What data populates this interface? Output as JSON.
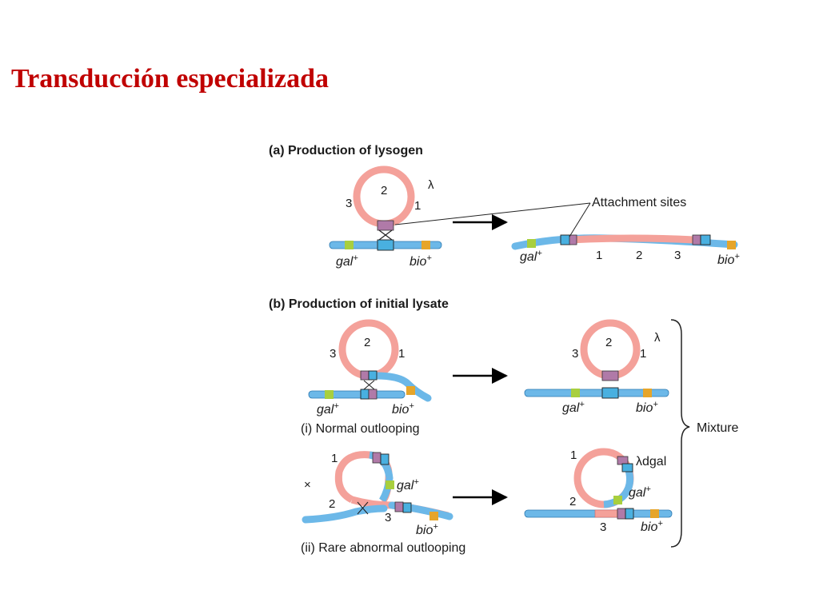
{
  "title": "Transducción especializada",
  "colors": {
    "title": "#c00000",
    "phage": "#f4a19a",
    "phage_edge": "#d9655c",
    "chromosome": "#6cb8e8",
    "chromosome_edge": "#2b78b0",
    "att_purple": "#b07aa8",
    "att_blue": "#49b0e0",
    "gal_marker": "#a8cf3e",
    "bio_marker": "#e6a52a"
  },
  "panel_a": {
    "heading": "(a)  Production of lysogen",
    "lambda": "λ",
    "num1": "1",
    "num2": "2",
    "num3": "3",
    "gal": "gal",
    "bio": "bio",
    "plus": "+",
    "attachment_sites": "Attachment sites"
  },
  "panel_b": {
    "heading": "(b)  Production of initial lysate",
    "lambda": "λ",
    "lambda_dgal": "λdgal",
    "num1": "1",
    "num2": "2",
    "num3": "3",
    "gal": "gal",
    "bio": "bio",
    "plus": "+",
    "normal": "(i)  Normal outlooping",
    "abnormal": "(ii)  Rare abnormal  outlooping",
    "mixture": "Mixture",
    "stray_mark": "×"
  }
}
